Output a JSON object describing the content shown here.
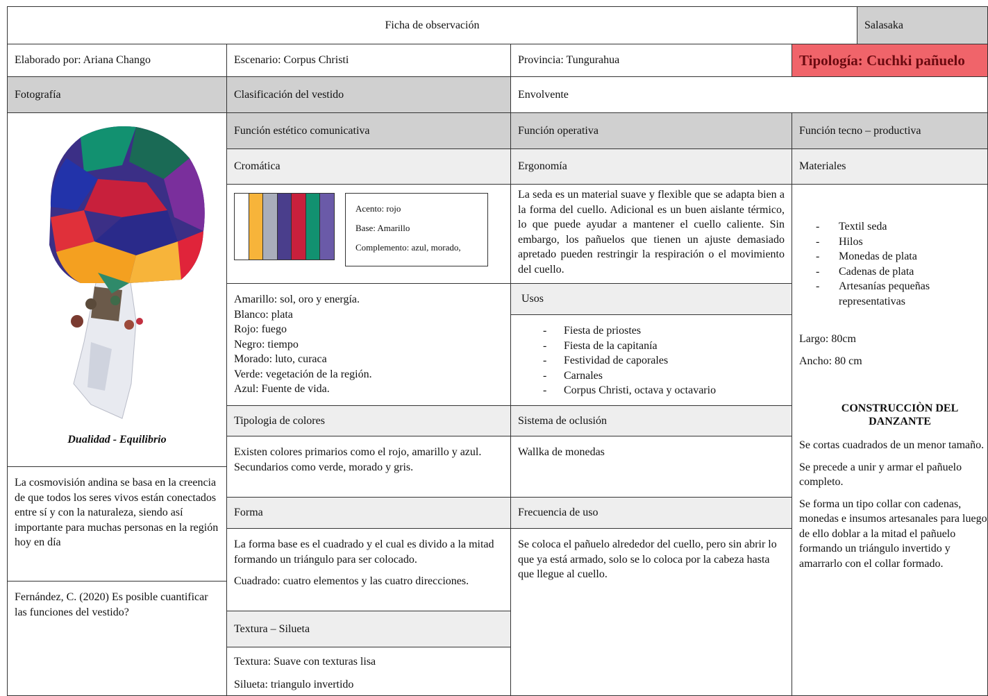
{
  "header": {
    "title": "Ficha de observación",
    "community": "Salasaka"
  },
  "info": {
    "author": "Elaborado por: Ariana Chango",
    "scenario": "Escenario: Corpus Christi",
    "province": "Provincia: Tungurahua",
    "typology": "Tipología: Cuchki pañuelo"
  },
  "row3": {
    "photo": "Fotografía",
    "classification_label": "Clasificación del vestido",
    "classification_value": "Envolvente"
  },
  "functions": {
    "aesthetic": "Función estético comunicativa",
    "operative": "Función operativa",
    "techno": "Función tecno – productiva"
  },
  "subheads": {
    "chromatic": "Cromática",
    "ergonomics": "Ergonomía",
    "materials": "Materiales"
  },
  "photo": {
    "caption": "Dualidad - Equilibrio",
    "description": "La cosmovisión andina se basa en la creencia de que todos los seres vivos están conectados entre sí y con la naturaleza, siendo así importante para muchas personas en la región hoy en día",
    "reference": "Fernández, C. (2020) Es posible cuantificar las funciones del vestido?"
  },
  "palette": {
    "swatches": [
      "#ffffff",
      "#f7b43a",
      "#a9aebb",
      "#4a3e8c",
      "#c8203c",
      "#129170",
      "#6a5aa8"
    ],
    "accent": "Acento: rojo",
    "base": "Base: Amarillo",
    "complement": "Complemento: azul, morado,"
  },
  "ergonomics_text": "La seda es un material suave y flexible que se adapta bien a la forma del cuello. Adicional es un buen aislante térmico, lo que puede ayudar a mantener el cuello caliente. Sin embargo, los pañuelos que tienen un ajuste demasiado apretado pueden restringir la respiración o el movimiento del cuello.",
  "materials": {
    "items": [
      "Textil seda",
      "Hilos",
      "Monedas de plata",
      "Cadenas de plata",
      "Artesanías pequeñas representativas"
    ],
    "length": "Largo: 80cm",
    "width": "Ancho: 80 cm",
    "construction_title": "CONSTRUCCIÒN DEL DANZANTE",
    "steps": [
      "Se cortas cuadrados de un menor tamaño.",
      "Se precede a unir y armar el pañuelo completo.",
      "Se forma un tipo collar con cadenas, monedas e insumos artesanales para luego de ello doblar a la mitad el pañuelo formando un triángulo invertido y amarrarlo con el collar formado."
    ]
  },
  "meanings": [
    "Amarillo: sol, oro y energía.",
    "Blanco: plata",
    "Rojo: fuego",
    "Negro: tiempo",
    "Morado: luto, curaca",
    "Verde: vegetación de la región.",
    "Azul: Fuente de vida."
  ],
  "uses": {
    "label": "Usos",
    "items": [
      "Fiesta de priostes",
      "Fiesta de la capitanía",
      "Festividad de caporales",
      "Carnales",
      "Corpus Christi, octava y octavario"
    ]
  },
  "color_typology": {
    "label": "Tipologia de colores",
    "text": "Existen colores primarios como el rojo, amarillo y azul. Secundarios como verde, morado y gris."
  },
  "closure": {
    "label": "Sistema de oclusión",
    "text": "Wallka de monedas"
  },
  "form": {
    "label": "Forma",
    "text1": "La forma base es el cuadrado y el cual es divido a la mitad formando un triángulo para ser colocado.",
    "text2": "Cuadrado: cuatro elementos y las cuatro direcciones."
  },
  "frequency": {
    "label": "Frecuencia de uso",
    "text": "Se coloca el pañuelo alrededor del cuello, pero sin abrir lo que ya está armado, solo se lo coloca por la cabeza hasta que llegue al cuello."
  },
  "texture": {
    "label": "Textura – Silueta",
    "texture": "Textura: Suave con texturas lisa",
    "silhouette": "Silueta: triangulo invertido"
  }
}
